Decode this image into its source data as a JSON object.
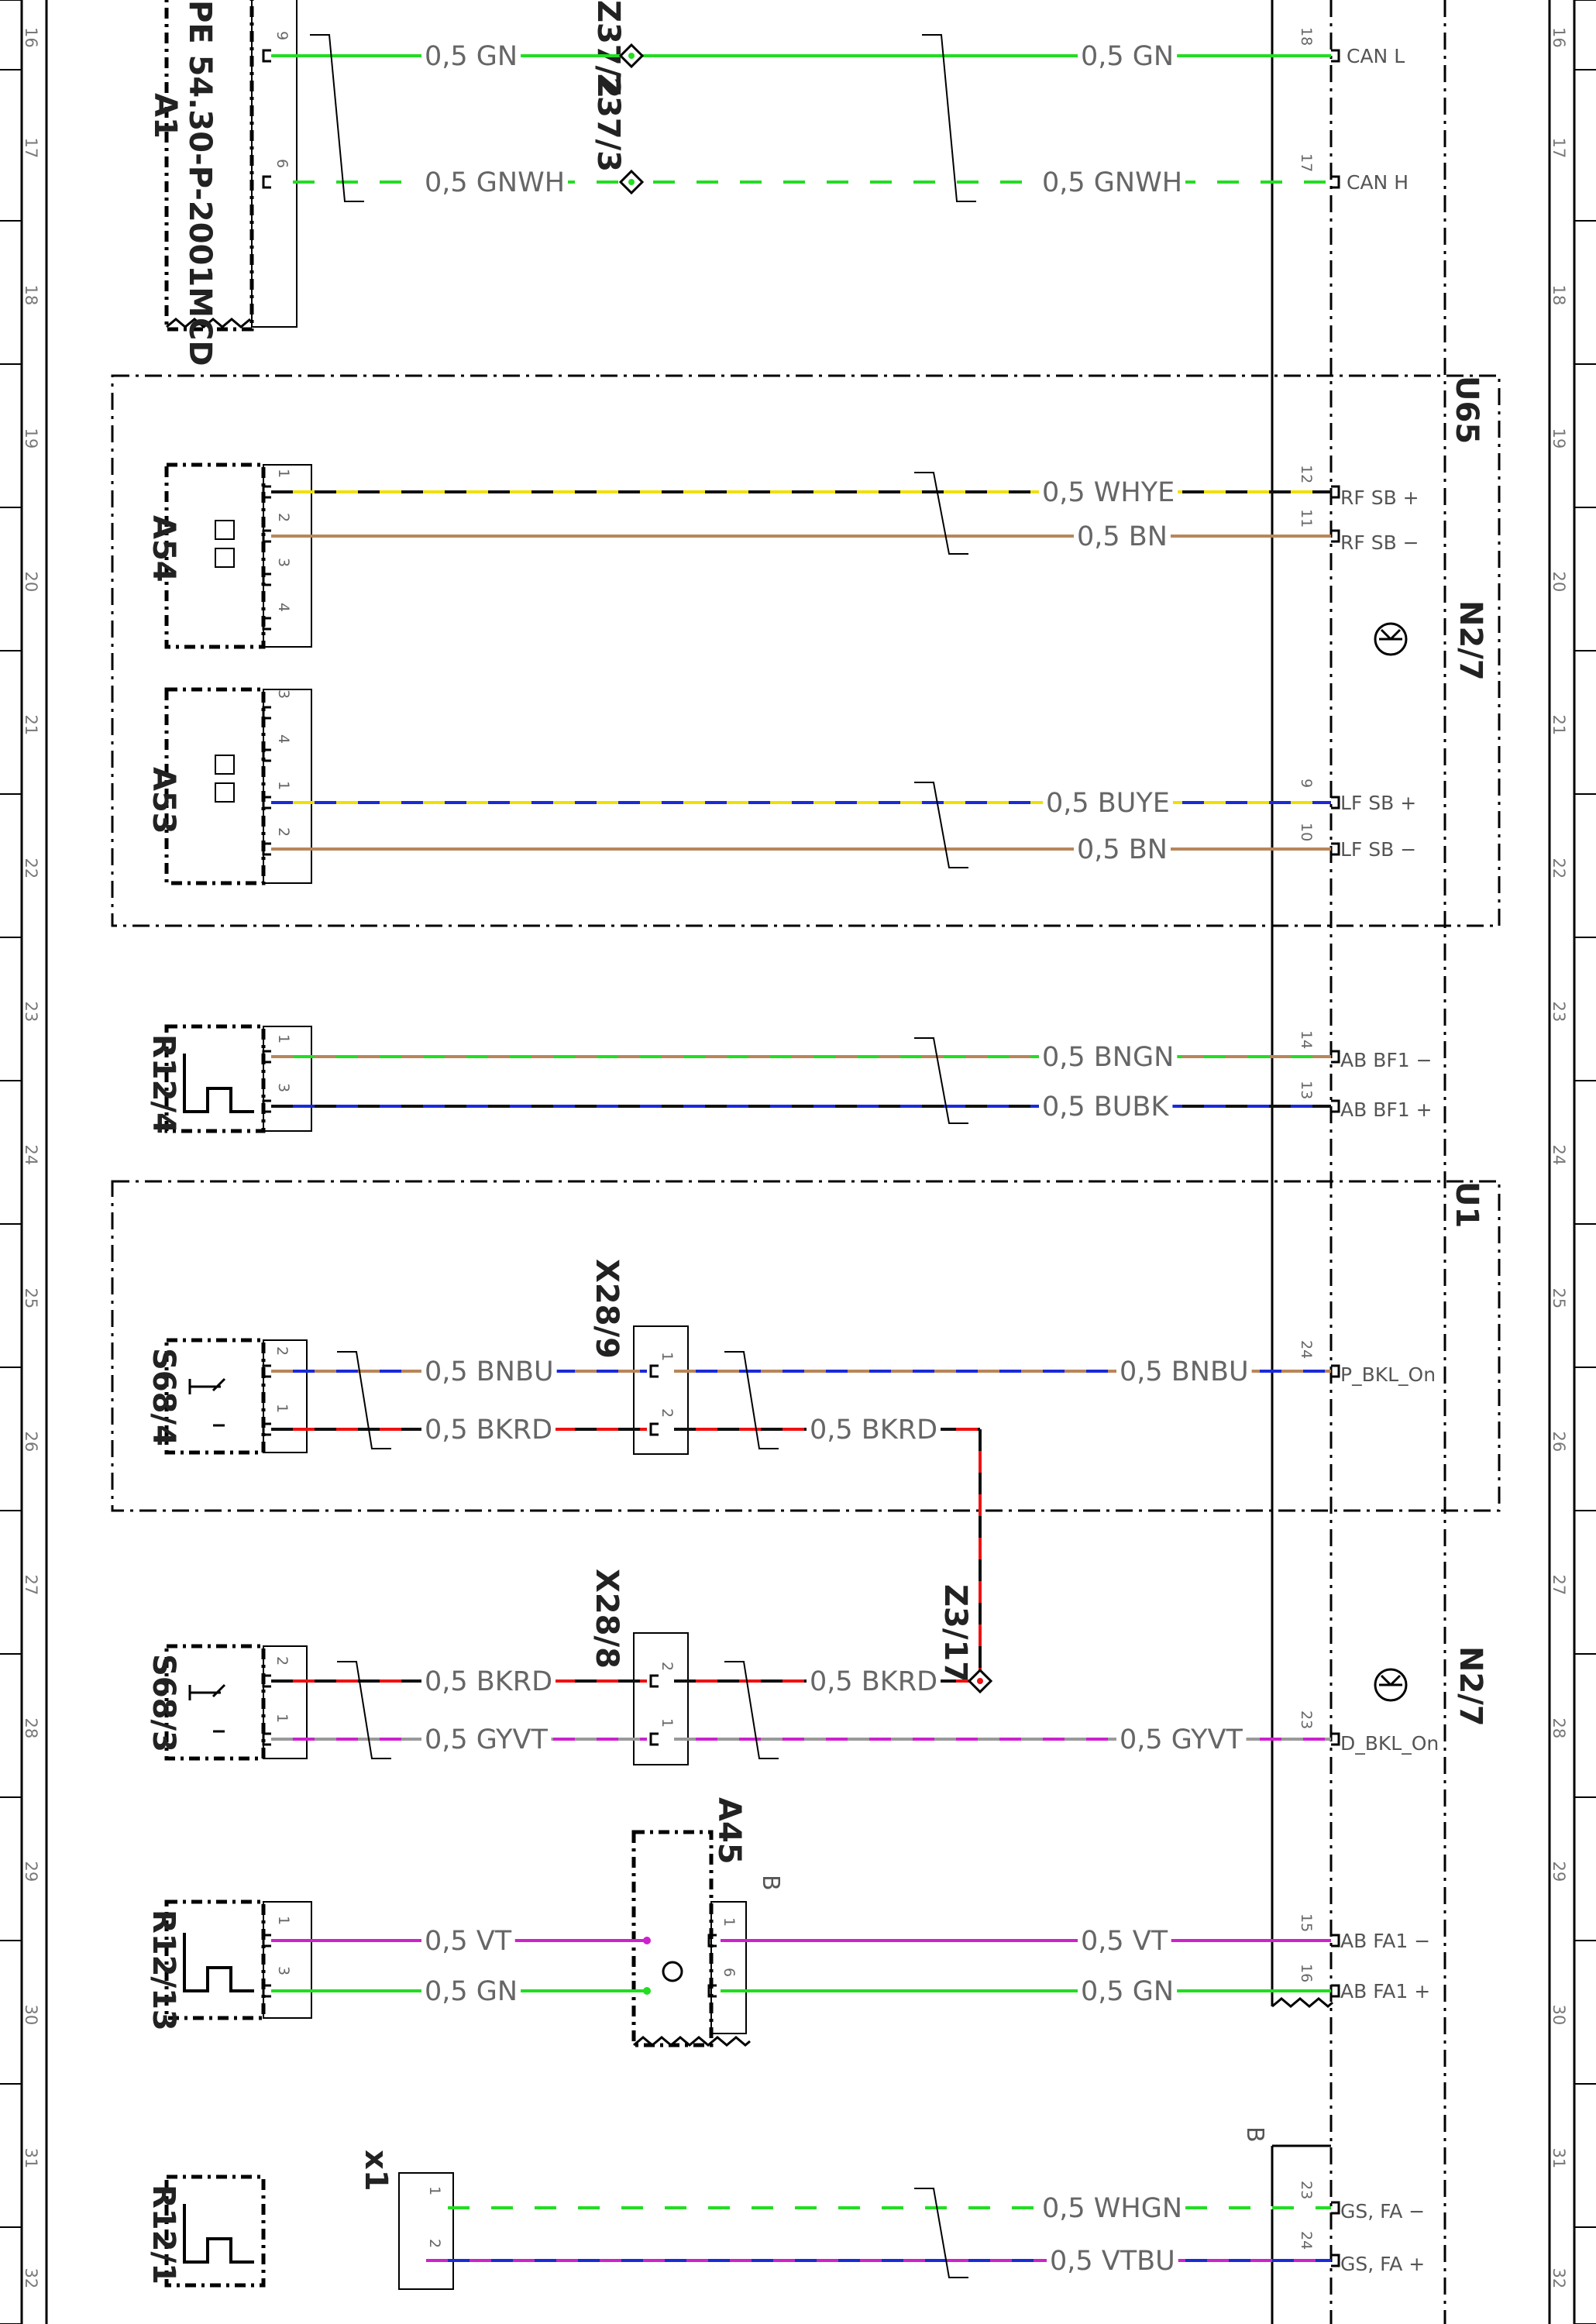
{
  "row_numbers": [
    "16",
    "17",
    "18",
    "19",
    "20",
    "21",
    "22",
    "23",
    "24",
    "25",
    "26",
    "27",
    "28",
    "29",
    "30",
    "31",
    "32"
  ],
  "components": {
    "a1": "A1",
    "a1_ref": "PE 54.30-P-2001MCD",
    "z37_2": "Z37/2",
    "z37_3": "Z37/3",
    "u65": "U65",
    "n2_7_top": "N2/7",
    "a54": "A54",
    "a53": "A53",
    "r12_4": "R12/4",
    "u1": "U1",
    "s68_4": "S68/4",
    "x28_9": "X28/9",
    "z3_17": "Z3/17",
    "x28_8": "X28/8",
    "s68_3": "S68/3",
    "n2_7_bottom": "N2/7",
    "a45": "A45",
    "r12_13": "R12/13",
    "x1": "x1",
    "r12_1": "R12/1",
    "b_a45": "B",
    "b_bottom": "B"
  },
  "colors": {
    "GN": "#22dd22",
    "WH": "#ffffff",
    "YE": "#f0e000",
    "BN": "#b8865a",
    "BU": "#1a2ad8",
    "BK": "#111111",
    "RD": "#ee1111",
    "GY": "#999999",
    "VT": "#cc22cc",
    "frame": "#000000",
    "dashdot": "#000000"
  },
  "wires": [
    {
      "id": "can-l-left",
      "label": "0,5 GN",
      "colors": [
        "GN"
      ]
    },
    {
      "id": "can-l-right",
      "label": "0,5 GN",
      "colors": [
        "GN"
      ]
    },
    {
      "id": "can-h-left",
      "label": "0,5 GNWH",
      "colors": [
        "GN",
        "WH"
      ]
    },
    {
      "id": "can-h-right",
      "label": "0,5 GNWH",
      "colors": [
        "GN",
        "WH"
      ]
    },
    {
      "id": "rf-sb-plus",
      "label": "0,5 WHYE",
      "colors": [
        "YE",
        "BK"
      ]
    },
    {
      "id": "rf-sb-minus",
      "label": "0,5 BN",
      "colors": [
        "BN"
      ]
    },
    {
      "id": "lf-sb-plus",
      "label": "0,5 BUYE",
      "colors": [
        "YE",
        "BU"
      ]
    },
    {
      "id": "lf-sb-minus",
      "label": "0,5 BN",
      "colors": [
        "BN"
      ]
    },
    {
      "id": "ab-bf1-minus",
      "label": "0,5 BNGN",
      "colors": [
        "GN",
        "BN"
      ]
    },
    {
      "id": "ab-bf1-plus",
      "label": "0,5 BUBK",
      "colors": [
        "BU",
        "BK"
      ]
    },
    {
      "id": "s684-bnbu-a",
      "label": "0,5 BNBU",
      "colors": [
        "BU",
        "BN"
      ]
    },
    {
      "id": "s684-bnbu-b",
      "label": "0,5 BNBU",
      "colors": [
        "BU",
        "BN"
      ]
    },
    {
      "id": "s684-bkrd-a",
      "label": "0,5 BKRD",
      "colors": [
        "RD",
        "BK"
      ]
    },
    {
      "id": "s684-bkrd-b",
      "label": "0,5 BKRD",
      "colors": [
        "RD",
        "BK"
      ]
    },
    {
      "id": "s683-bkrd-a",
      "label": "0,5 BKRD",
      "colors": [
        "RD",
        "BK"
      ]
    },
    {
      "id": "s683-bkrd-b",
      "label": "0,5 BKRD",
      "colors": [
        "RD",
        "BK"
      ]
    },
    {
      "id": "s683-gyvt-a",
      "label": "0,5 GYVT",
      "colors": [
        "VT",
        "GY"
      ]
    },
    {
      "id": "s683-gyvt-b",
      "label": "0,5 GYVT",
      "colors": [
        "VT",
        "GY"
      ]
    },
    {
      "id": "r1213-vt-a",
      "label": "0,5 VT",
      "colors": [
        "VT"
      ]
    },
    {
      "id": "r1213-vt-b",
      "label": "0,5 VT",
      "colors": [
        "VT"
      ]
    },
    {
      "id": "r1213-gn-a",
      "label": "0,5 GN",
      "colors": [
        "GN"
      ]
    },
    {
      "id": "r1213-gn-b",
      "label": "0,5 GN",
      "colors": [
        "GN"
      ]
    },
    {
      "id": "gs-fa-minus",
      "label": "0,5 WHGN",
      "colors": [
        "GN",
        "WH"
      ]
    },
    {
      "id": "gs-fa-plus",
      "label": "0,5 VTBU",
      "colors": [
        "BU",
        "VT"
      ]
    }
  ],
  "signals": {
    "can_l": "CAN L",
    "can_h": "CAN H",
    "rf_sb_plus": "RF SB +",
    "rf_sb_minus": "RF SB −",
    "lf_sb_plus": "LF SB +",
    "lf_sb_minus": "LF SB −",
    "ab_bf1_minus": "AB BF1 −",
    "ab_bf1_plus": "AB BF1 +",
    "p_bkl_on": "P_BKL_On",
    "d_bkl_on": "D_BKL_On",
    "ab_fa1_minus": "AB FA1 −",
    "ab_fa1_plus": "AB FA1 +",
    "gs_fa_minus": "GS, FA −",
    "gs_fa_plus": "GS, FA +"
  },
  "pins": {
    "n2_can_l": "18",
    "n2_can_h": "17",
    "a1_can_l": "9",
    "a1_can_h": "6",
    "n2_rf_plus": "12",
    "n2_rf_minus": "11",
    "a54_p1": "1",
    "a54_p2": "2",
    "a54_p3": "3",
    "a54_p4": "4",
    "n2_lf_plus": "9",
    "n2_lf_minus": "10",
    "a53_p3": "3",
    "a53_p4": "4",
    "a53_p1": "1",
    "a53_p2": "2",
    "n2_bf1_minus": "14",
    "n2_bf1_plus": "13",
    "r124_p1": "1",
    "r124_p3": "3",
    "n2_p_bkl": "24",
    "s684_p2": "2",
    "s684_p1": "1",
    "x289_p1": "1",
    "x289_p2": "2",
    "n2_d_bkl": "23",
    "s683_p2": "2",
    "s683_p1": "1",
    "x288_p2": "2",
    "x288_p1": "1",
    "n2_fa1_minus": "15",
    "n2_fa1_plus": "16",
    "r1213_p1": "1",
    "r1213_p3": "3",
    "a45_p1": "1",
    "a45_p6": "6",
    "n2_gs_minus": "23",
    "n2_gs_plus": "24",
    "x1_p1": "1",
    "x1_p2": "2"
  }
}
